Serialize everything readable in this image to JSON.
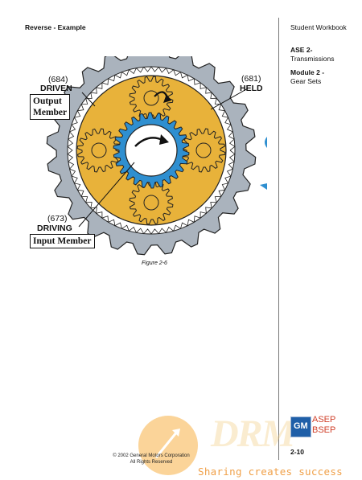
{
  "header": {
    "title": "Reverse - Example"
  },
  "sidebar": {
    "workbook": "Student Workbook",
    "ase_title": "ASE 2-",
    "ase_sub": "Transmissions",
    "module_title": "Module 2 -",
    "module_sub": "Gear Sets"
  },
  "figure": {
    "caption": "Figure 2-6",
    "labels": {
      "driven_num": "(684)",
      "driven": "DRIVEN",
      "output_line1": "Output",
      "output_line2": "Member",
      "held_num": "(681)",
      "held": "HELD",
      "driving_num": "(673)",
      "driving": "DRIVING",
      "input": "Input Member"
    },
    "colors": {
      "ring": "#aab3bd",
      "carrier": "#e8b23a",
      "sun": "#2f8fd0",
      "outline": "#222222"
    }
  },
  "footer": {
    "copyright_line1": "© 2002 General Motors Corporation",
    "copyright_line2": "All Rights Reserved",
    "page_number": "2-10",
    "logo_gm": "GM",
    "logo_line1": "ASEP",
    "logo_line2": "BSEP"
  },
  "watermark": {
    "brand": "DRM",
    "tagline": "Sharing creates success"
  }
}
